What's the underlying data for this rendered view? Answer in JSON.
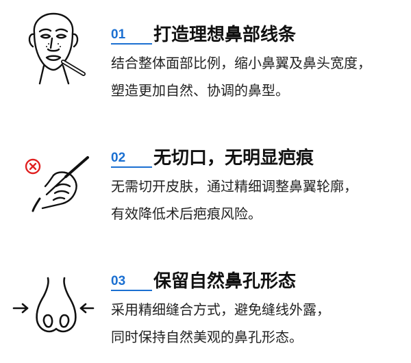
{
  "colors": {
    "accent": "#1a6fd1",
    "warn": "#e02020",
    "ink": "#111111"
  },
  "items": [
    {
      "num": "01",
      "title": "打造理想鼻部线条",
      "lines": [
        "结合整体面部比例，缩小鼻翼及鼻头宽度，",
        "塑造更加自然、协调的鼻型。"
      ],
      "icon": "face-with-pen-icon"
    },
    {
      "num": "02",
      "title": "无切口，无明显疤痕",
      "lines": [
        "无需切开皮肤，通过精细调整鼻翼轮廓，",
        "有效降低术后疤痕风险。"
      ],
      "icon": "hand-scalpel-no-incision-icon"
    },
    {
      "num": "03",
      "title": "保留自然鼻孔形态",
      "lines": [
        "采用精细缝合方式，避免缝线外露，",
        "同时保持自然美观的鼻孔形态。"
      ],
      "icon": "nose-narrowing-icon"
    }
  ]
}
